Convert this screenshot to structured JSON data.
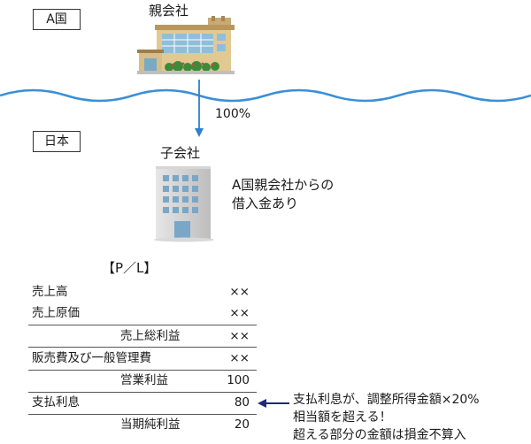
{
  "country_a": {
    "label": "A国"
  },
  "japan": {
    "label": "日本"
  },
  "parent": {
    "label": "親会社"
  },
  "subsidiary": {
    "label": "子会社"
  },
  "ownership": {
    "label": "100%"
  },
  "loan_note": {
    "line1": "A国親会社からの",
    "line2": "借入金あり"
  },
  "pl": {
    "title": "【P／L】",
    "rows": [
      {
        "label": "売上高",
        "value": "××"
      },
      {
        "label": "売上原価",
        "value": "××"
      },
      {
        "label": "売上総利益",
        "value": "××"
      },
      {
        "label": "販売費及び一般管理費",
        "value": "××"
      },
      {
        "label": "営業利益",
        "value": "100"
      },
      {
        "label": "支払利息",
        "value": "80"
      },
      {
        "label": "当期純利益",
        "value": "20"
      }
    ]
  },
  "interest_note": {
    "line1": "支払利息が、調整所得金額×20%",
    "line2": "相当額を超える！",
    "line3": "超える部分の金額は損金不算入"
  },
  "colors": {
    "water": "#3a8fd6",
    "arrow": "#2f7fd0",
    "pointer": "#1f2a78"
  }
}
